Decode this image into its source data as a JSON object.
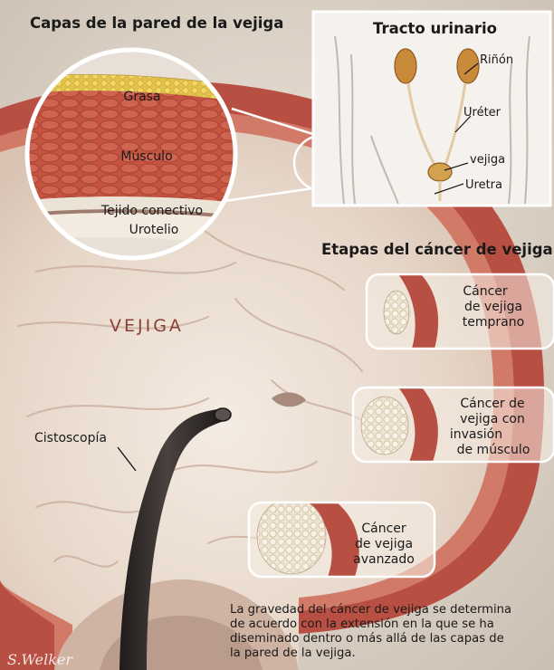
{
  "colors": {
    "background": "#d9cfc4",
    "bladder_wall": "#b84f43",
    "muscle": "#c8554a",
    "fat": "#e5c84a",
    "mucosa": "#e9dcd0",
    "tumor": "#efe6d6",
    "scope": "#2f2a28",
    "vejiga_label": "#8a3f36"
  },
  "titles": {
    "layers": "Capas de la pared de la vejiga",
    "urinary_tract": "Tracto urinario",
    "stages": "Etapas del cáncer de vejiga"
  },
  "layers": {
    "fat": "Grasa",
    "muscle": "Músculo",
    "connective": "Tejido conectivo",
    "urothelium": "Urotelio"
  },
  "urinary_tract": {
    "kidney": "Riñón",
    "ureter": "Uréter",
    "bladder": "vejiga",
    "urethra": "Uretra"
  },
  "bladder_label": "VEJIGA",
  "cystoscopy_label": "Cistoscopía",
  "stages": [
    {
      "lines": [
        "Cáncer",
        "de vejiga",
        "temprano"
      ]
    },
    {
      "lines": [
        "Cáncer de",
        "vejiga con",
        "invasión",
        "de músculo"
      ]
    },
    {
      "lines": [
        "Cáncer",
        "de vejiga",
        "avanzado"
      ]
    }
  ],
  "caption_lines": [
    "La gravedad del cáncer de vejiga se determina",
    "de acuerdo con la extensión en la que se ha",
    "diseminado dentro o más allá de las capas de",
    "la pared de la vejiga."
  ],
  "signature": "S.Welker"
}
